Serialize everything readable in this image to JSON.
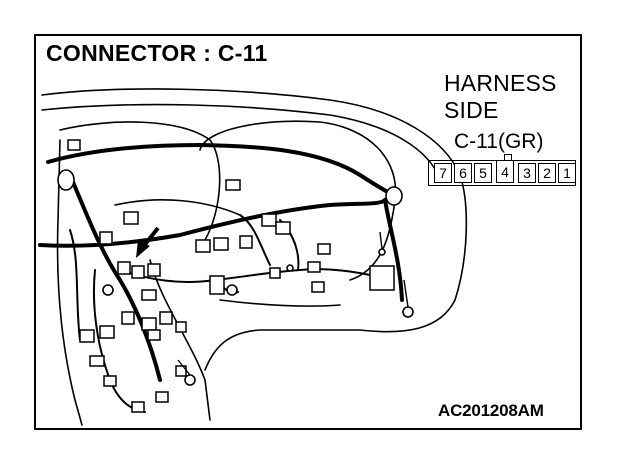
{
  "title": "CONNECTOR : C-11",
  "harness_label": {
    "line1": "HARNESS",
    "line2": "SIDE"
  },
  "connector_id": "C-11(GR)",
  "pins": [
    "7",
    "6",
    "5",
    "4",
    "3",
    "2",
    "1"
  ],
  "figure_code": "AC201208AM"
}
